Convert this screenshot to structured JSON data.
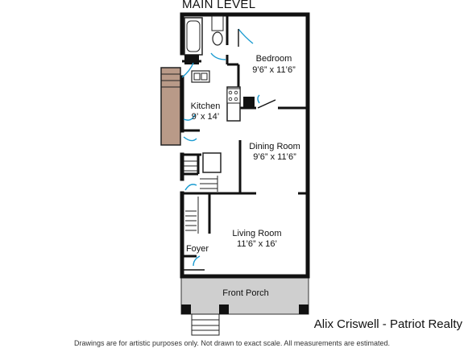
{
  "title": "MAIN LEVEL",
  "rooms": {
    "bedroom": {
      "name": "Bedroom",
      "size": "9’6” x 11’6”"
    },
    "kitchen": {
      "name": "Kitchen",
      "size": "9’ x 14’"
    },
    "dining": {
      "name": "Dining Room",
      "size": "9’6” x 11’6”"
    },
    "living": {
      "name": "Living Room",
      "size": "11’6” x 16’"
    },
    "foyer": {
      "name": "Foyer"
    },
    "porch": {
      "name": "Front Porch"
    }
  },
  "branding": "Alix Criswell - Patriot Realty",
  "disclaimer": "Drawings are for artistic purposes only. Not drawn to exact scale. All measurements are estimated.",
  "colors": {
    "wall": "#111111",
    "deck": "#b99a88",
    "porch": "#cfcfcf",
    "door_swing": "#1a9bd1"
  }
}
